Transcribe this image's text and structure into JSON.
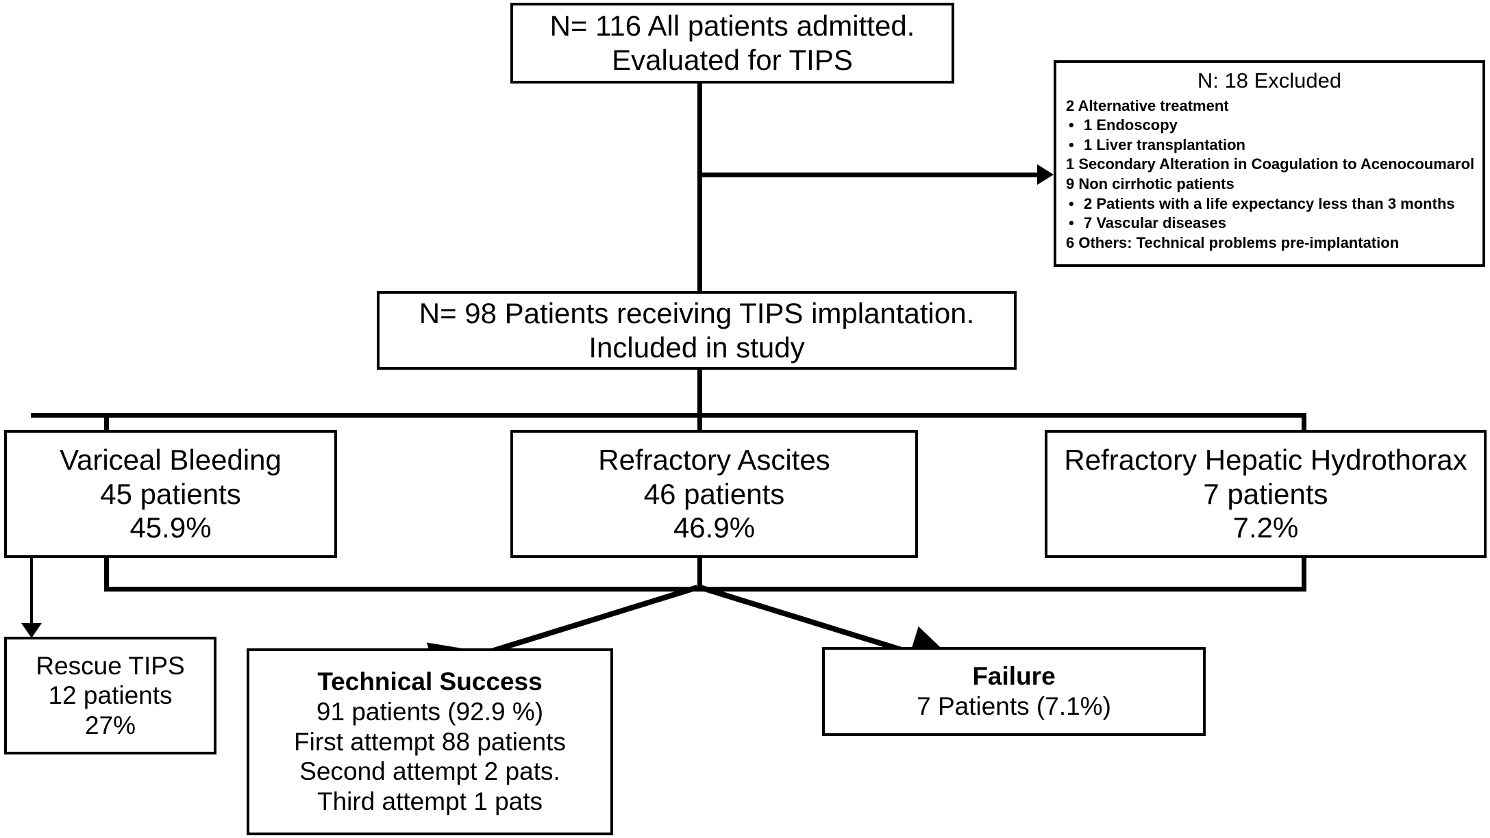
{
  "diagram": {
    "title": "TIPS patient selection and outcome flow chart",
    "background_color": "#ffffff",
    "line_color": "#000000",
    "text_color": "#000000"
  },
  "nodes": {
    "admitted": {
      "line1": "N= 116 All patients admitted.",
      "line2": "Evaluated for TIPS"
    },
    "excluded": {
      "heading": "N: 18 Excluded",
      "items": [
        {
          "text": "2 Alternative treatment",
          "bullet": false
        },
        {
          "text": "1 Endoscopy",
          "bullet": true
        },
        {
          "text": "1 Liver transplantation",
          "bullet": true
        },
        {
          "text": "1 Secondary Alteration in Coagulation to Acenocoumarol",
          "bullet": false
        },
        {
          "text": "9 Non cirrhotic patients",
          "bullet": false
        },
        {
          "text": "2 Patients with a life expectancy less than 3 months",
          "bullet": true
        },
        {
          "text": "7 Vascular diseases",
          "bullet": true
        },
        {
          "text": "6 Others: Technical problems pre-implantation",
          "bullet": false
        }
      ]
    },
    "included": {
      "line1": "N= 98 Patients receiving TIPS implantation.",
      "line2": "Included in study"
    },
    "variceal_bleeding": {
      "line1": "Variceal Bleeding",
      "line2": "45 patients",
      "line3": "45.9%"
    },
    "refractory_ascites": {
      "line1": "Refractory Ascites",
      "line2": "46 patients",
      "line3": "46.9%"
    },
    "hepatic_hydrothorax": {
      "line1": "Refractory Hepatic Hydrothorax",
      "line2": "7 patients",
      "line3": "7.2%"
    },
    "rescue_tips": {
      "line1": "Rescue TIPS",
      "line2": "12 patients",
      "line3": "27%"
    },
    "technical_success": {
      "line1": "Technical Success",
      "line2": "91 patients (92.9 %)",
      "line3": "First attempt 88 patients",
      "line4": "Second attempt 2 pats.",
      "line5": "Third attempt 1 pats"
    },
    "failure": {
      "line1": "Failure",
      "line2": "7 Patients (7.1%)"
    }
  },
  "chart_data": {
    "type": "flowchart",
    "title": "TIPS patient selection and outcome flow chart",
    "total_admitted": 116,
    "excluded_total": 18,
    "included_total": 98,
    "excluded_breakdown": [
      {
        "label": "Alternative treatment",
        "n": 2
      },
      {
        "label": "Endoscopy",
        "n": 1
      },
      {
        "label": "Liver transplantation",
        "n": 1
      },
      {
        "label": "Secondary Alteration in Coagulation to Acenocoumarol",
        "n": 1
      },
      {
        "label": "Non cirrhotic patients",
        "n": 9
      },
      {
        "label": "Patients with a life expectancy less than 3 months",
        "n": 2
      },
      {
        "label": "Vascular diseases",
        "n": 7
      },
      {
        "label": "Others: Technical problems pre-implantation",
        "n": 6
      }
    ],
    "indications": [
      {
        "label": "Variceal Bleeding",
        "n": 45,
        "percent": 45.9
      },
      {
        "label": "Refractory Ascites",
        "n": 46,
        "percent": 46.9
      },
      {
        "label": "Refractory Hepatic Hydrothorax",
        "n": 7,
        "percent": 7.2
      }
    ],
    "rescue_tips": {
      "label": "Rescue TIPS",
      "n": 12,
      "percent": 27
    },
    "outcomes": [
      {
        "label": "Technical Success",
        "n": 91,
        "percent": 92.9,
        "attempts": [
          {
            "label": "First attempt",
            "n": 88
          },
          {
            "label": "Second attempt",
            "n": 2
          },
          {
            "label": "Third attempt",
            "n": 1
          }
        ]
      },
      {
        "label": "Failure",
        "n": 7,
        "percent": 7.1
      }
    ]
  }
}
